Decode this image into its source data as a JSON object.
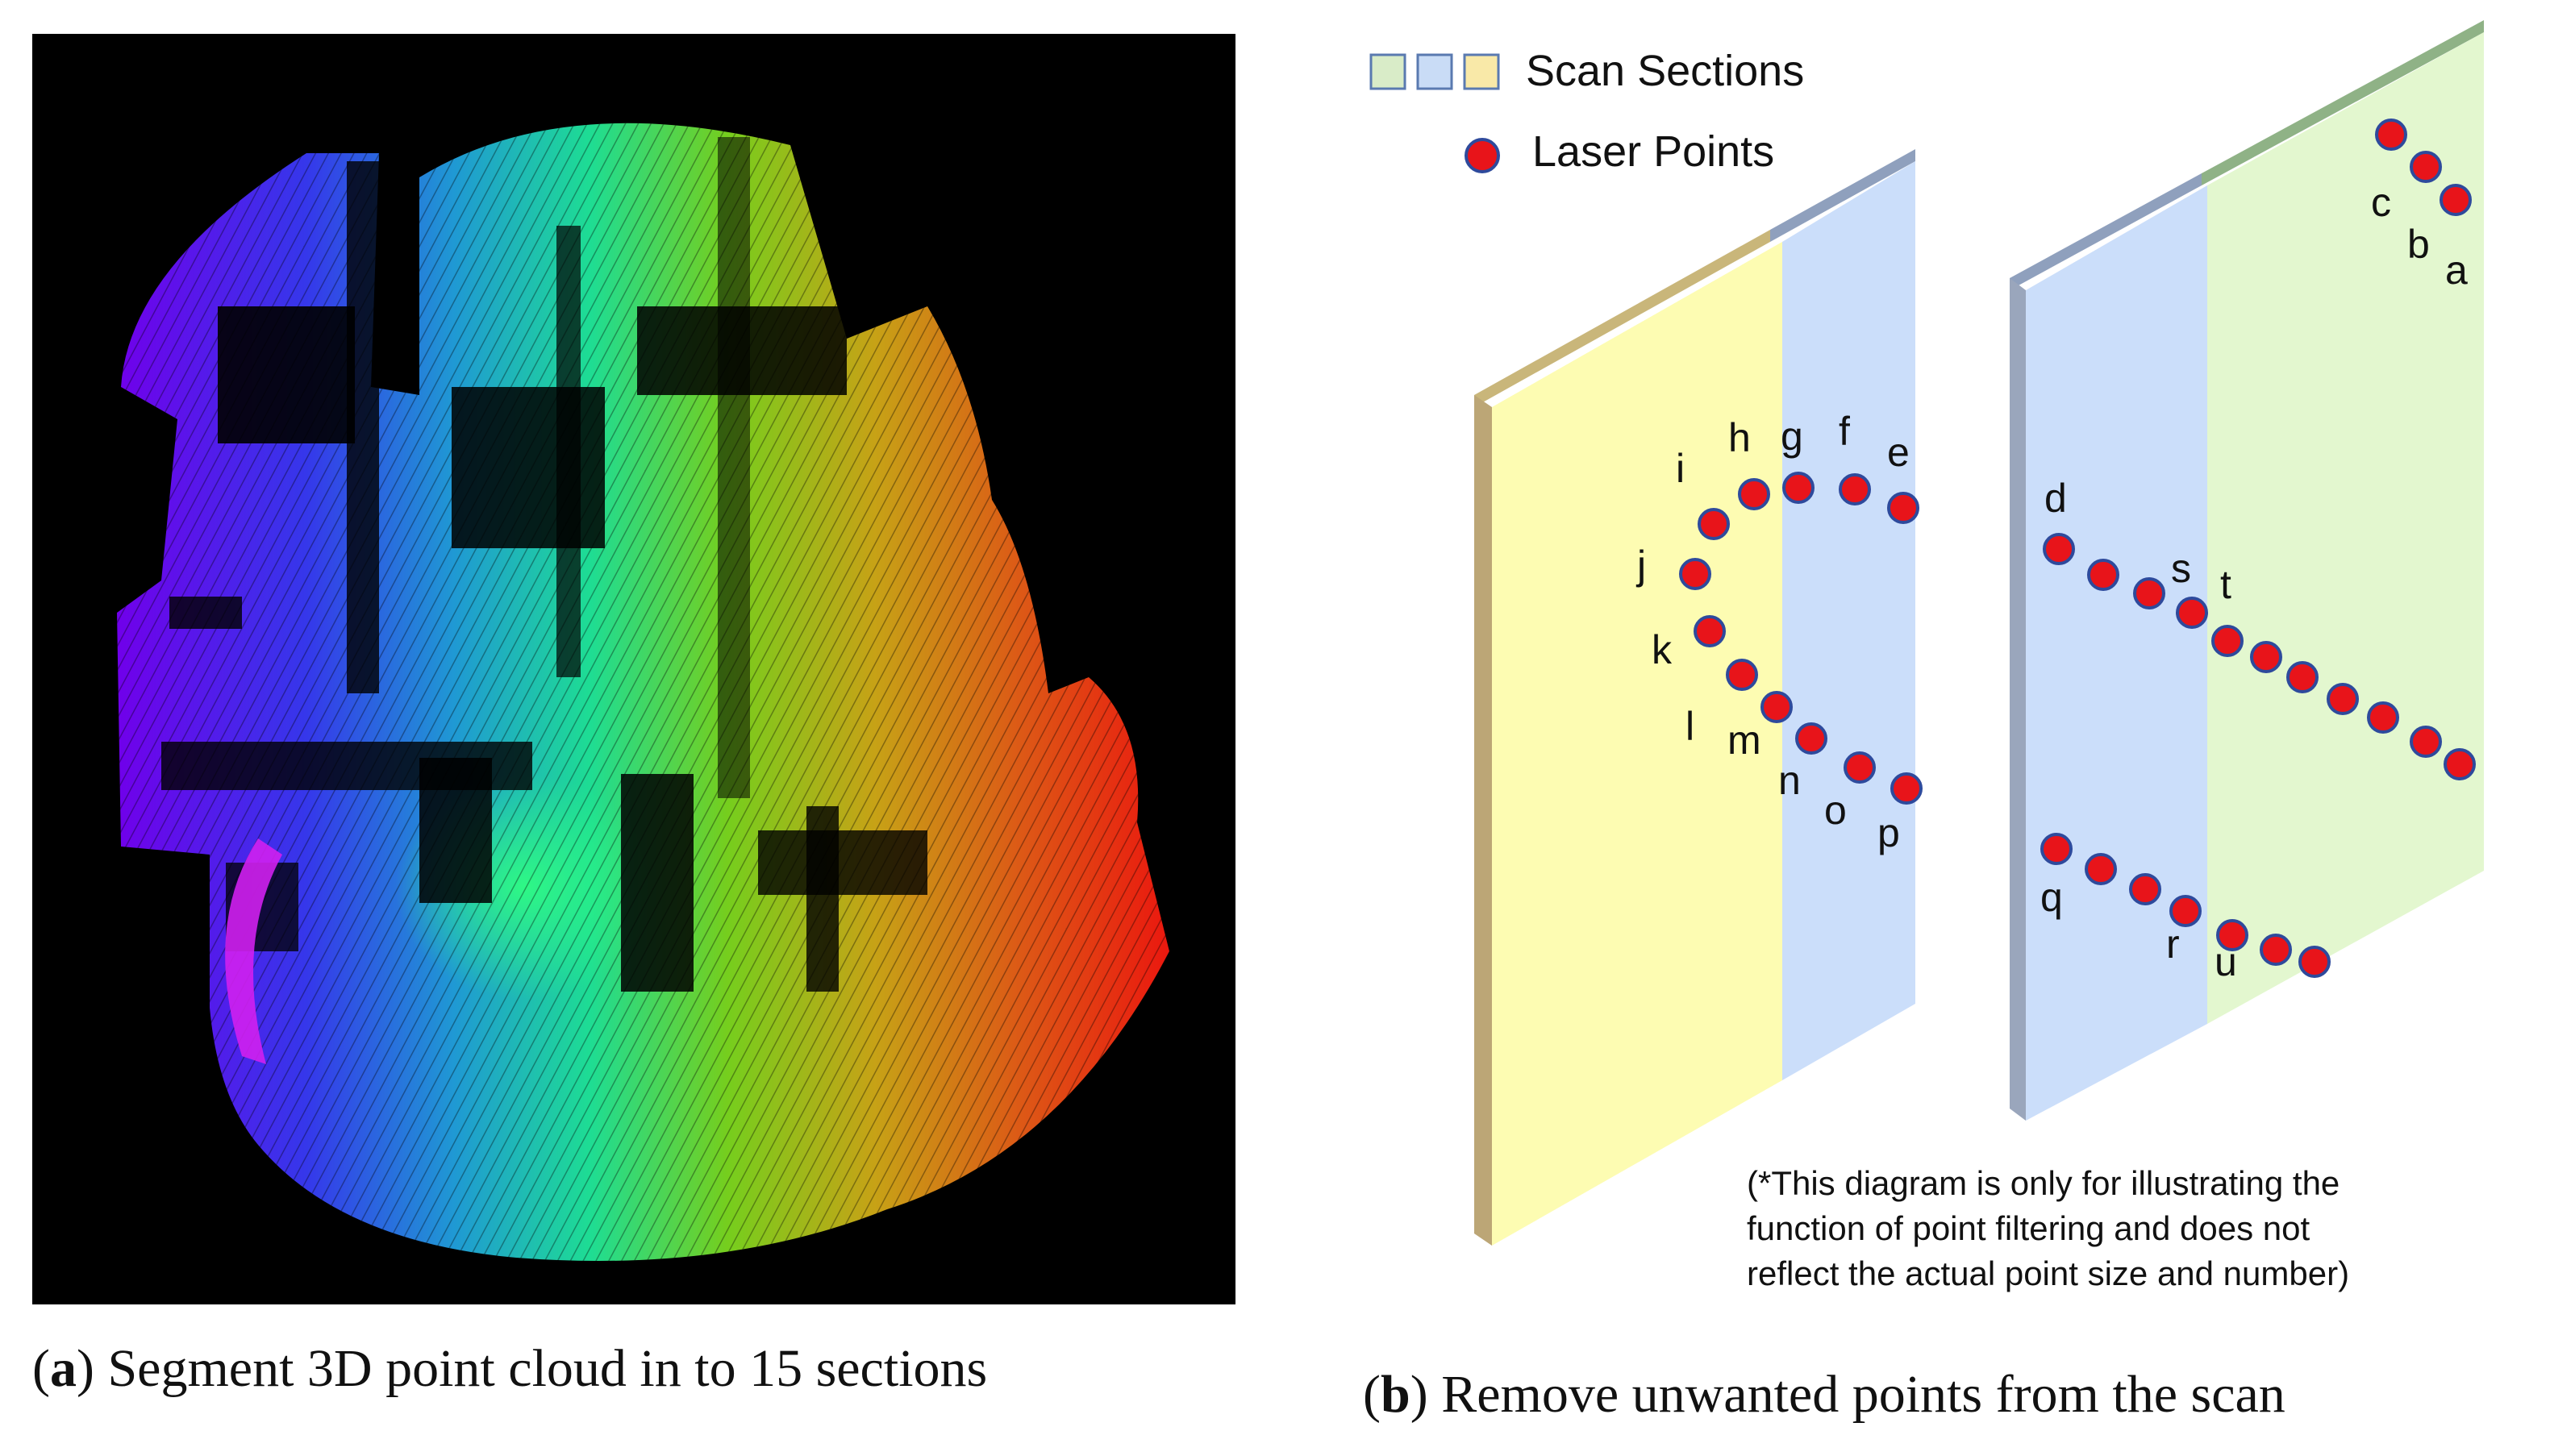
{
  "panel_a": {
    "caption_letter": "a",
    "caption_text": "Segment 3D point cloud in to 15 sections"
  },
  "panel_b": {
    "caption_letter": "b",
    "caption_text": "Remove unwanted points from the scan",
    "legend": {
      "scan_sections": "Scan Sections",
      "laser_points": "Laser Points",
      "section_colors": [
        "#d9ecc8",
        "#c9dcf6",
        "#f9e9a8"
      ]
    },
    "point_labels": [
      "a",
      "b",
      "c",
      "d",
      "e",
      "f",
      "g",
      "h",
      "i",
      "j",
      "k",
      "l",
      "m",
      "n",
      "o",
      "p",
      "q",
      "r",
      "s",
      "t",
      "u"
    ],
    "note_lines": [
      "(*This diagram is only for illustrating the",
      "function of point filtering and does not",
      "reflect the actual point size and number)"
    ],
    "colors": {
      "yellow_section": "#fdfcb2",
      "blue_section": "#cbdefa",
      "green_section": "#e3f7cf",
      "point_fill": "#e8141a",
      "point_stroke": "#2e4a9c"
    }
  }
}
